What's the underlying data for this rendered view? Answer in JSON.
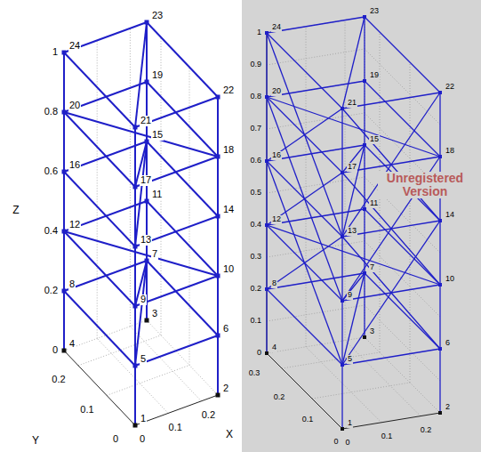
{
  "diagram": {
    "labels": [
      "0",
      "0.2",
      "0.4",
      "0.6",
      "0.8",
      "1",
      "0",
      "0.1",
      "0.2",
      "0",
      "0.1",
      "0.2",
      "Z",
      "Y",
      "X",
      "1",
      "2",
      "3",
      "4",
      "5",
      "6",
      "7",
      "8",
      "9",
      "10",
      "11",
      "12",
      "13",
      "14",
      "15",
      "16",
      "17",
      "18",
      "19",
      "20",
      "21",
      "22",
      "23",
      "24",
      "0",
      "0.1",
      "0.2",
      "0.3",
      "0.4",
      "0.5",
      "0.6",
      "0.7",
      "0.8",
      "0.9",
      "1",
      "0",
      "0.1",
      "0.2",
      "0.3",
      "0",
      "0.1",
      "0.2",
      "1",
      "2",
      "3",
      "4",
      "5",
      "6",
      "7",
      "8",
      "9",
      "10",
      "11",
      "12",
      "13",
      "14",
      "15",
      "16",
      "17",
      "18",
      "19",
      "20",
      "21",
      "22",
      "23",
      "24",
      "Unregistered Version"
    ]
  }
}
